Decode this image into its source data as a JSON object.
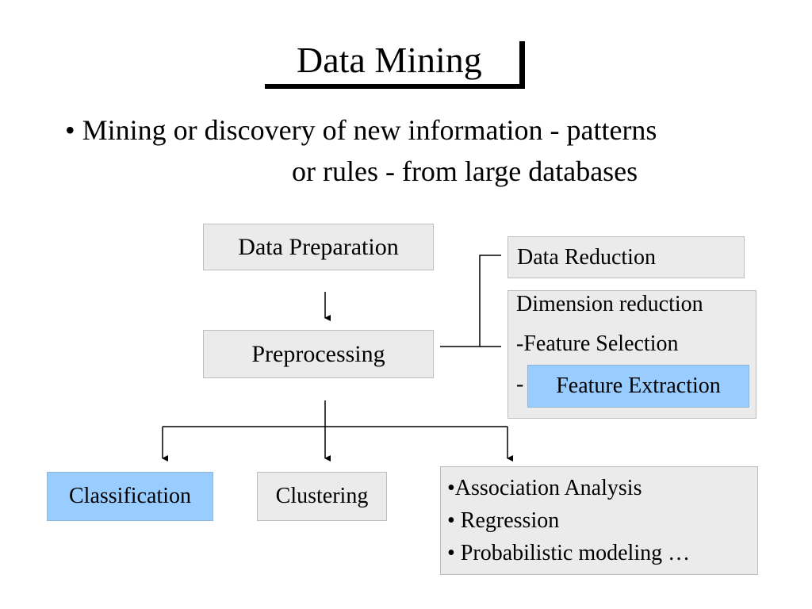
{
  "title": "Data Mining",
  "bullet": {
    "line1": "• Mining or discovery of new information - patterns",
    "line2": "or rules - from large databases"
  },
  "nodes": {
    "data_preparation": "Data Preparation",
    "preprocessing": "Preprocessing",
    "data_reduction": "Data Reduction",
    "dimension_reduction": {
      "heading": "Dimension reduction",
      "feature_selection": "-Feature Selection",
      "dash": "-",
      "feature_extraction": "Feature Extraction"
    },
    "classification": "Classification",
    "clustering": "Clustering",
    "other_methods": [
      "•Association Analysis",
      "• Regression",
      "• Probabilistic modeling …"
    ]
  },
  "colors": {
    "box_fill": "#ebebeb",
    "highlight_fill": "#99ccff",
    "text": "#000000"
  }
}
